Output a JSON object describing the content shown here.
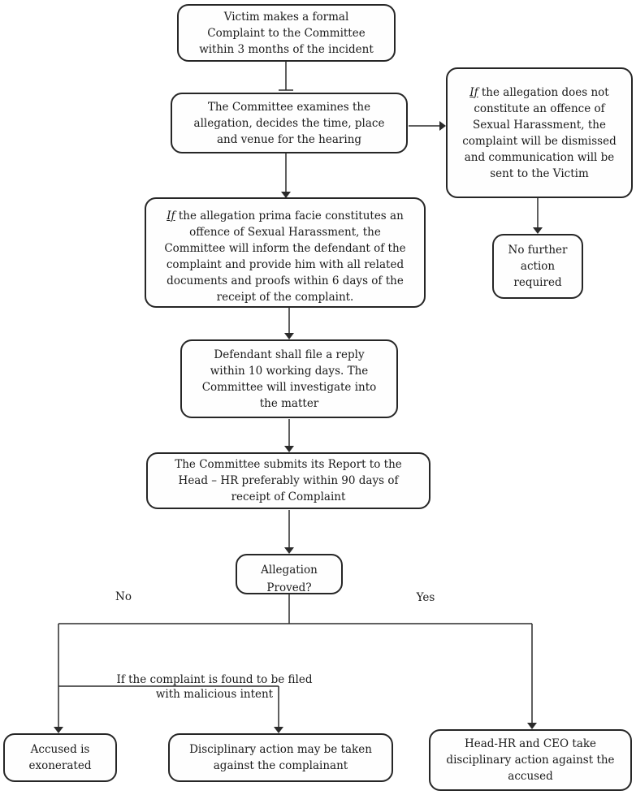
{
  "nodes": {
    "complaint": {
      "text": "Victim makes a formal Complaint to the Committee within 3 months of the incident"
    },
    "examine": {
      "text": "The Committee examines the allegation, decides the time, place and venue for the hearing"
    },
    "dismiss": {
      "prefix": "If",
      "text": " the allegation does not constitute an offence of Sexual Harassment, the complaint will be dismissed and communication will be sent to the Victim"
    },
    "no_further": {
      "text": "No further action required"
    },
    "prima_facie": {
      "prefix": "If",
      "text": " the allegation prima facie constitutes an offence of Sexual Harassment, the Committee will inform the defendant of the complaint and provide him with all related documents and proofs within 6 days of the receipt of the complaint."
    },
    "defendant_reply": {
      "text": "Defendant shall file a reply within 10 working days. The Committee will investigate into the matter"
    },
    "report": {
      "text": "The Committee submits its Report to the Head – HR preferably within 90 days of receipt of Complaint"
    },
    "decision": {
      "text": "Allegation Proved?"
    },
    "exonerated": {
      "text": "Accused is exonerated"
    },
    "disciplinary_complainant": {
      "text": "Disciplinary action may be taken against the complainant"
    },
    "disciplinary_accused": {
      "text": "Head-HR and CEO take disciplinary action against the accused"
    }
  },
  "labels": {
    "no": "No",
    "yes": "Yes",
    "malicious_line1": "If the complaint is found to be filed",
    "malicious_line2": "with malicious intent"
  },
  "colors": {
    "line": "#2b2b2b",
    "box_border": "#262626",
    "background": "#ffffff",
    "text": "#1a1a1a"
  }
}
